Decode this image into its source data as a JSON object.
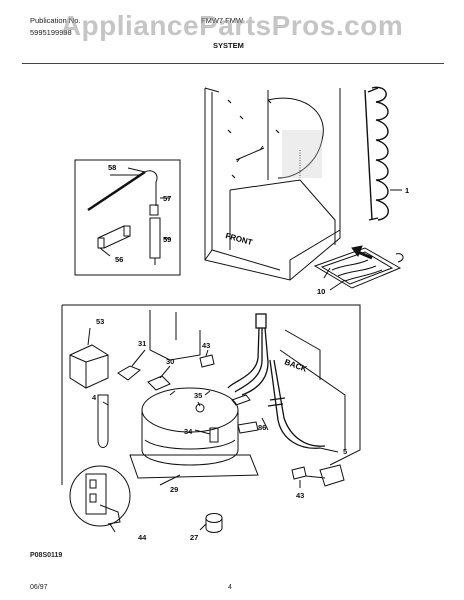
{
  "header": {
    "publication_label": "Publication No.",
    "publication_number": "5995199998",
    "model": "FMW7 FMW",
    "section_title": "SYSTEM"
  },
  "watermark": "AppliancePartsPros.com",
  "upper": {
    "callouts": {
      "c1": "1",
      "c10": "10",
      "c56": "56",
      "c57": "57",
      "c58": "58",
      "c59": "59"
    },
    "front_label": "FRONT"
  },
  "lower": {
    "callouts": {
      "c4": "4",
      "c5": "5",
      "c27": "27",
      "c29": "29",
      "c30": "30",
      "c31": "31",
      "c34": "34",
      "c35": "35",
      "c43a": "43",
      "c43b": "43",
      "c44": "44",
      "c53": "53",
      "c86": "86"
    },
    "back_label": "BACK",
    "figure_code": "P08S0119"
  },
  "footer": {
    "date": "06/97",
    "page": "4"
  }
}
